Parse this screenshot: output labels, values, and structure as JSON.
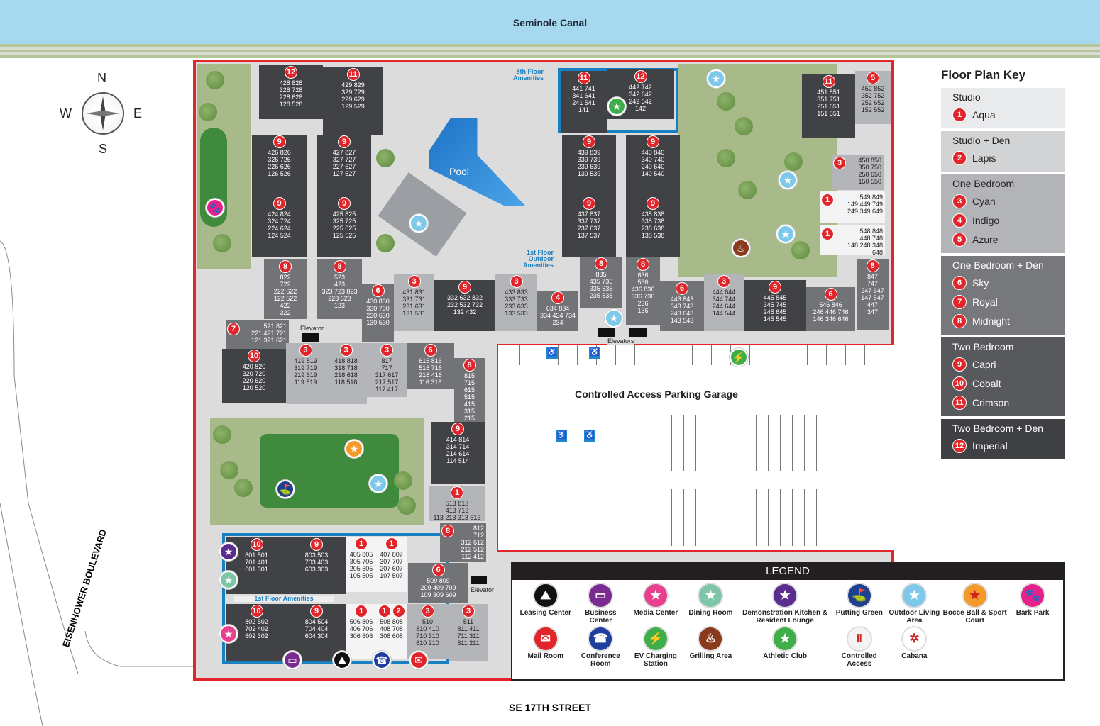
{
  "canal": "Seminole Canal",
  "compass": {
    "n": "N",
    "s": "S",
    "e": "E",
    "w": "W"
  },
  "roads": {
    "west": "EISENHOWER BOULEVARD",
    "south": "SE 17TH STREET"
  },
  "map_labels": {
    "pool": "Pool",
    "eighth_floor": "8th Floor Amenities",
    "outdoor": "1st Floor Outdoor Amenities",
    "first_floor": "1st Floor Amenities",
    "elevator_a": "Elevator",
    "elevator_b": "Elevator",
    "elevators": "Elevators",
    "garage": "Controlled Access Parking Garage"
  },
  "buildings": [
    {
      "plans": [
        "12"
      ],
      "units": "428 828\n328 728\n228 628\n128 528"
    },
    {
      "plans": [
        "11"
      ],
      "units": "429 829\n329 729\n229 629\n129 529"
    },
    {
      "plans": [
        "9"
      ],
      "units": "426 826\n326 726\n226 626\n126 526"
    },
    {
      "plans": [
        "9"
      ],
      "units": "427 827\n327 727\n227 627\n127 527"
    },
    {
      "plans": [
        "9"
      ],
      "units": "424 824\n324 724\n224 624\n124 524"
    },
    {
      "plans": [
        "9"
      ],
      "units": "425 825\n325 725\n225 625\n125 525"
    },
    {
      "plans": [
        "8"
      ],
      "units": "822\n722\n222 622\n122 522\n422\n322"
    },
    {
      "plans": [
        "8"
      ],
      "units": "523\n423\n323 723 823\n223 623\n123"
    },
    {
      "plans": [
        "7"
      ],
      "units": "521 821\n221 421 721\n121 321 621"
    },
    {
      "plans": [
        "6"
      ],
      "units": "430 830\n330 730\n230 630\n130 530"
    },
    {
      "plans": [
        "3"
      ],
      "units": "431 831\n331 731\n231 631\n131 531"
    },
    {
      "plans": [
        "9"
      ],
      "units": "332 632 832\n232 532 732\n132 432"
    },
    {
      "plans": [
        "3"
      ],
      "units": "433 833\n333 733\n233 633\n133 533"
    },
    {
      "plans": [
        "4"
      ],
      "units": "634 834\n334 434 734\n234"
    },
    {
      "plans": [
        "8"
      ],
      "units": "835\n435 735\n335 635\n235 535"
    },
    {
      "plans": [
        "8"
      ],
      "units": "636\n536\n436 836\n336 736\n236\n136"
    },
    {
      "plans": [
        "11"
      ],
      "units": "441 741\n341 641\n241 541\n141"
    },
    {
      "plans": [
        "12"
      ],
      "units": "442 742\n342 642\n242 542\n142"
    },
    {
      "plans": [
        "9"
      ],
      "units": "439 839\n339 739\n239 639\n139 539"
    },
    {
      "plans": [
        "9"
      ],
      "units": "440 840\n340 740\n240 640\n140 540"
    },
    {
      "plans": [
        "9"
      ],
      "units": "437 837\n337 737\n237 637\n137 537"
    },
    {
      "plans": [
        "9"
      ],
      "units": "438 838\n338 738\n238 638\n138 538"
    },
    {
      "plans": [
        "6"
      ],
      "units": "443 843\n343 743\n243 643\n143 543"
    },
    {
      "plans": [
        "3"
      ],
      "units": "444 844\n344 744\n244 644\n144 544"
    },
    {
      "plans": [
        "9"
      ],
      "units": "445 845\n345 745\n245 645\n145 545"
    },
    {
      "plans": [
        "6"
      ],
      "units": "546 846\n246 446 746\n146 346 646"
    },
    {
      "plans": [
        "8"
      ],
      "units": "847\n747\n247 647\n147 547\n447\n347"
    },
    {
      "plans": [
        "11"
      ],
      "units": "451 851\n351 751\n251 651\n151 551"
    },
    {
      "plans": [
        "5"
      ],
      "units": "452 852\n352 752\n252 652\n152 552"
    },
    {
      "plans": [
        "3"
      ],
      "units": "450 850\n350 750\n250 650\n150 550"
    },
    {
      "plans": [
        "1"
      ],
      "units": "549 849\n149 449 749\n249 349 649"
    },
    {
      "plans": [
        "1"
      ],
      "units": "548 848\n448 748\n148 248 348 648"
    },
    {
      "plans": [
        "10"
      ],
      "units": "420 820\n320 720\n220 620\n120 520"
    },
    {
      "plans": [
        "3"
      ],
      "units": "419 819\n319 719\n219 619\n119 519"
    },
    {
      "plans": [
        "3"
      ],
      "units": "418 818\n318 718\n218 618\n118 518"
    },
    {
      "plans": [
        "3"
      ],
      "units": "817\n717\n317 617\n217 517\n117 417"
    },
    {
      "plans": [
        "6"
      ],
      "units": "616 816\n516 716\n216 416\n116 316"
    },
    {
      "plans": [
        "8"
      ],
      "units": "815\n715\n615\n515\n415\n315\n215"
    },
    {
      "plans": [
        "9"
      ],
      "units": "414 814\n314 714\n214 614\n114 514"
    },
    {
      "plans": [
        "1"
      ],
      "units": "513 813\n413 713\n113 213 313 613"
    },
    {
      "plans": [
        "8"
      ],
      "units": "812\n712\n312 612\n212 512\n112 412"
    },
    {
      "plans": [
        "6"
      ],
      "units": "509 809\n209 409 709\n109 309 609"
    },
    {
      "plans": [
        "10"
      ],
      "units": "801 501\n701 401\n601 301"
    },
    {
      "plans": [
        "9"
      ],
      "units": "803 503\n703 403\n603 303"
    },
    {
      "plans": [
        "1"
      ],
      "units": "405 805\n305 705\n205 605\n105 505"
    },
    {
      "plans": [
        "1"
      ],
      "units": "407 807\n307 707\n207 607\n107 507"
    },
    {
      "plans": [
        "10"
      ],
      "units": "802 502\n702 402\n602 302"
    },
    {
      "plans": [
        "9"
      ],
      "units": "804 504\n704 404\n604 304"
    },
    {
      "plans": [
        "1"
      ],
      "units": "506 806\n406 706\n306 606"
    },
    {
      "plans": [
        "1",
        "2"
      ],
      "units": "508 808\n408 708\n308 608"
    },
    {
      "plans": [
        "3"
      ],
      "units": "510\n810 410\n710 310\n610 210"
    },
    {
      "plans": [
        "3"
      ],
      "units": "511\n811 411\n711 311\n611 211"
    }
  ],
  "key": {
    "title": "Floor Plan Key",
    "sections": [
      {
        "name": "Studio",
        "bg": "#e9eaeb",
        "fg": "#222",
        "items": [
          {
            "n": "1",
            "label": "Aqua"
          }
        ]
      },
      {
        "name": "Studio + Den",
        "bg": "#d2d3d5",
        "fg": "#222",
        "items": [
          {
            "n": "2",
            "label": "Lapis"
          }
        ]
      },
      {
        "name": "One Bedroom",
        "bg": "#b2b4b7",
        "fg": "#222",
        "items": [
          {
            "n": "3",
            "label": "Cyan"
          },
          {
            "n": "4",
            "label": "Indigo"
          },
          {
            "n": "5",
            "label": "Azure"
          }
        ]
      },
      {
        "name": "One Bedroom + Den",
        "bg": "#77787b",
        "fg": "#fff",
        "items": [
          {
            "n": "6",
            "label": "Sky"
          },
          {
            "n": "7",
            "label": "Royal"
          },
          {
            "n": "8",
            "label": "Midnight"
          }
        ]
      },
      {
        "name": "Two Bedroom",
        "bg": "#58595c",
        "fg": "#fff",
        "items": [
          {
            "n": "9",
            "label": "Capri"
          },
          {
            "n": "10",
            "label": "Cobalt"
          },
          {
            "n": "11",
            "label": "Crimson"
          }
        ]
      },
      {
        "name": "Two Bedroom + Den",
        "bg": "#3f4043",
        "fg": "#fff",
        "items": [
          {
            "n": "12",
            "label": "Imperial"
          }
        ]
      }
    ]
  },
  "legend": {
    "title": "LEGEND",
    "items": [
      {
        "label": "Leasing Center",
        "color": "#111111",
        "icon": "mountain-icon",
        "glyph": "⛰"
      },
      {
        "label": "Business Center",
        "color": "#7b2a8f",
        "icon": "laptop-icon",
        "glyph": "▭"
      },
      {
        "label": "Media Center",
        "color": "#e8408f",
        "icon": "star-icon",
        "glyph": "★"
      },
      {
        "label": "Dining Room",
        "color": "#7fc6a8",
        "icon": "star-icon",
        "glyph": "★"
      },
      {
        "label": "Demonstration Kitchen & Resident Lounge",
        "color": "#5b2d8e",
        "icon": "star-icon",
        "glyph": "★"
      },
      {
        "label": "Putting Green",
        "color": "#1f3f8f",
        "icon": "golf-ball-icon",
        "glyph": "⛳"
      },
      {
        "label": "Outdoor Living Area",
        "color": "#7ec8ea",
        "icon": "star-icon",
        "glyph": "★"
      },
      {
        "label": "Bocce Ball & Sport Court",
        "color": "#f39a2b",
        "icon": "star-icon",
        "glyph": "★"
      },
      {
        "label": "Bark Park",
        "color": "#e5228a",
        "icon": "paw-icon",
        "glyph": "🐾"
      },
      {
        "label": "Mail Room",
        "color": "#e0262b",
        "icon": "envelope-icon",
        "glyph": "✉"
      },
      {
        "label": "Conference Room",
        "color": "#1f3f9f",
        "icon": "phone-icon",
        "glyph": "☎"
      },
      {
        "label": "EV Charging Station",
        "color": "#3fae4a",
        "icon": "ev-car-icon",
        "glyph": "⚡"
      },
      {
        "label": "Grilling Area",
        "color": "#8a3b1e",
        "icon": "grill-icon",
        "glyph": "♨"
      },
      {
        "label": "Athletic Club",
        "color": "#3fae4a",
        "icon": "star-icon",
        "glyph": "★"
      },
      {
        "label": "Controlled Access",
        "color": "#f4f4f4",
        "icon": "gate-icon",
        "glyph": "‖"
      },
      {
        "label": "Cabana",
        "color": "#ffffff",
        "icon": "umbrella-icon",
        "glyph": "✲"
      }
    ]
  }
}
